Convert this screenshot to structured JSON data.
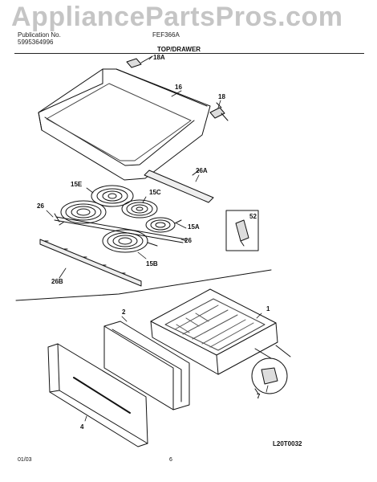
{
  "watermark": "AppliancePartsPros.com",
  "header": {
    "publication_label": "Publication No.",
    "publication_number": "5995364996",
    "model": "FEF366A",
    "section_title": "TOP/DRAWER"
  },
  "callouts": {
    "c18A": "18A",
    "c16": "16",
    "c18": "18",
    "c15E": "15E",
    "c15C": "15C",
    "c26A": "26A",
    "c26": "26",
    "c26_right": "26",
    "c52": "52",
    "c15A": "15A",
    "c15B": "15B",
    "c26B": "26B",
    "c2": "2",
    "c1": "1",
    "c7": "7",
    "c4": "4"
  },
  "footer": {
    "drawing_code": "L20T0032",
    "date": "01/03",
    "page_number": "6"
  }
}
